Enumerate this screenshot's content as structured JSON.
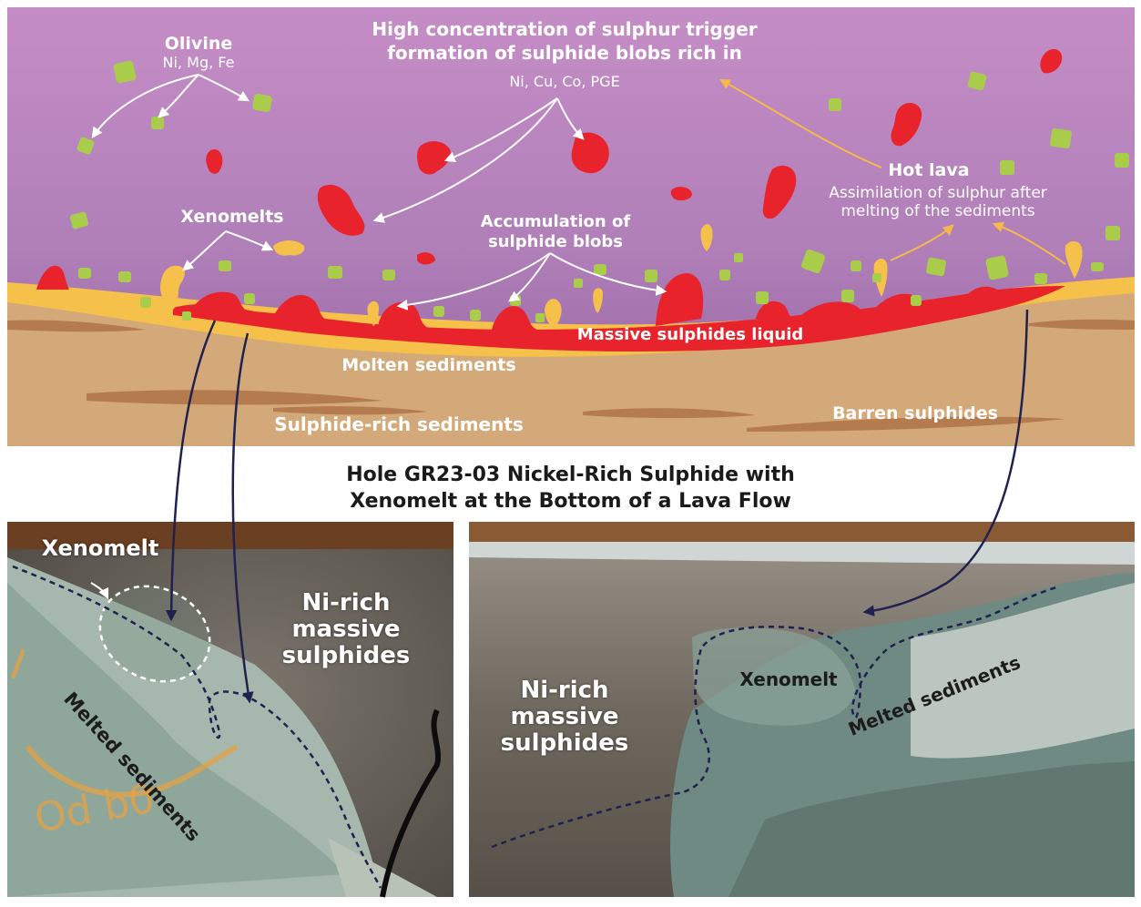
{
  "diagram": {
    "olivine": {
      "title": "Olivine",
      "elements": "Ni, Mg, Fe"
    },
    "sulphur_trigger": {
      "line1": "High concentration of sulphur trigger",
      "line2": "formation of sulphide blobs rich in",
      "elements": "Ni, Cu, Co, PGE"
    },
    "xenomelts": "Xenomelts",
    "accumulation": {
      "line1": "Accumulation of",
      "line2": "sulphide blobs"
    },
    "hot_lava": {
      "title": "Hot lava",
      "line1": "Assimilation of sulphur after",
      "line2": "melting of the sediments"
    },
    "massive_sulphides_liquid": "Massive sulphides liquid",
    "molten_sediments": "Molten sediments",
    "sulphide_rich_sediments": "Sulphide-rich sediments",
    "barren_sulphides": "Barren sulphides"
  },
  "title": {
    "line1": "Hole GR23-03 Nickel-Rich Sulphide with",
    "line2": "Xenomelt at the Bottom of a Lava Flow"
  },
  "left_photo": {
    "xenomelt": "Xenomelt",
    "ni_rich": [
      "Ni-rich",
      "massive",
      "sulphides"
    ],
    "melted_sediments": "Melted sediments"
  },
  "right_photo": {
    "xenomelt": "Xenomelt",
    "ni_rich": [
      "Ni-rich",
      "massive",
      "sulphides"
    ],
    "melted_sediments": "Melted sediments"
  },
  "colors": {
    "lava_top": "#a77bb0",
    "lava_bottom": "#c58dc6",
    "sediment": "#d4a979",
    "sediment_band": "#b47b4e",
    "molten": "#f6c14a",
    "sulphide": "#e8232b",
    "olivine": "#a9cd4a",
    "xeno_arrow": "#f5b94a",
    "boundary": "#1f2250"
  }
}
